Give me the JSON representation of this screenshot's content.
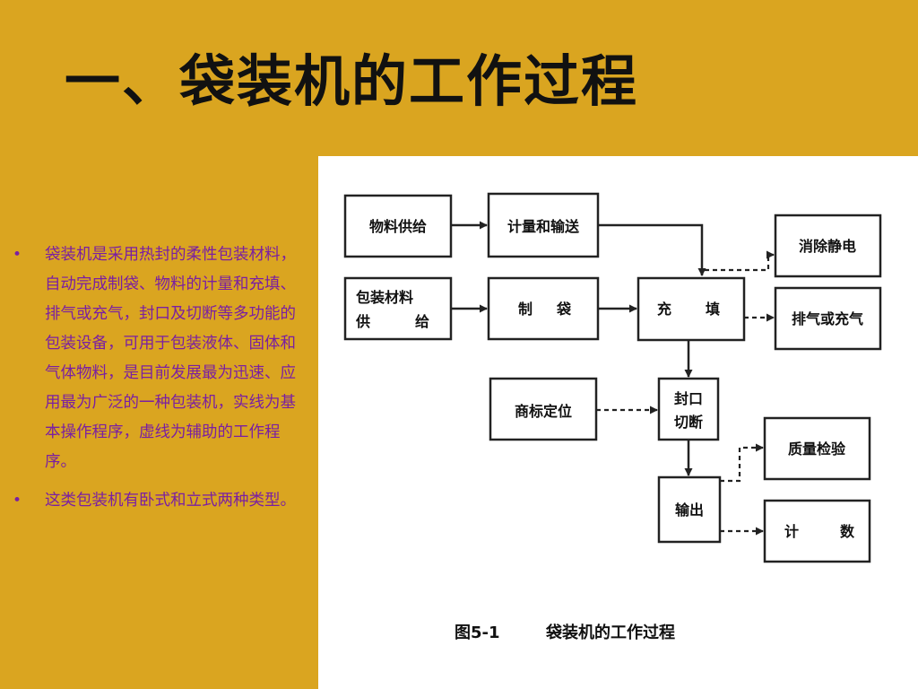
{
  "title": "一、袋装机的工作过程",
  "bullets": [
    "袋装机是采用热封的柔性包装材料，自动完成制袋、物料的计量和充填、排气或充气，封口及切断等多功能的包装设备，可用于包装液体、固体和气体物料，是目前发展最为迅速、应用最为广泛的一种包装机，实线为基本操作程序，虚线为辅助的工作程序。",
    "这类包装机有卧式和立式两种类型。"
  ],
  "figure": {
    "caption_number": "图5-1",
    "caption_title": "袋装机的工作过程",
    "nodes": {
      "material_supply": "物料供给",
      "metering": "计量和输送",
      "packaging_material_line1": "包装材料",
      "packaging_material_line2a": "供",
      "packaging_material_line2b": "给",
      "bag_making_a": "制",
      "bag_making_b": "袋",
      "filling_a": "充",
      "filling_b": "填",
      "trademark": "商标定位",
      "seal_line1": "封口",
      "seal_line2": "切断",
      "output": "输出",
      "static": "消除静电",
      "exhaust": "排气或充气",
      "quality": "质量检验",
      "count_a": "计",
      "count_b": "数"
    }
  }
}
